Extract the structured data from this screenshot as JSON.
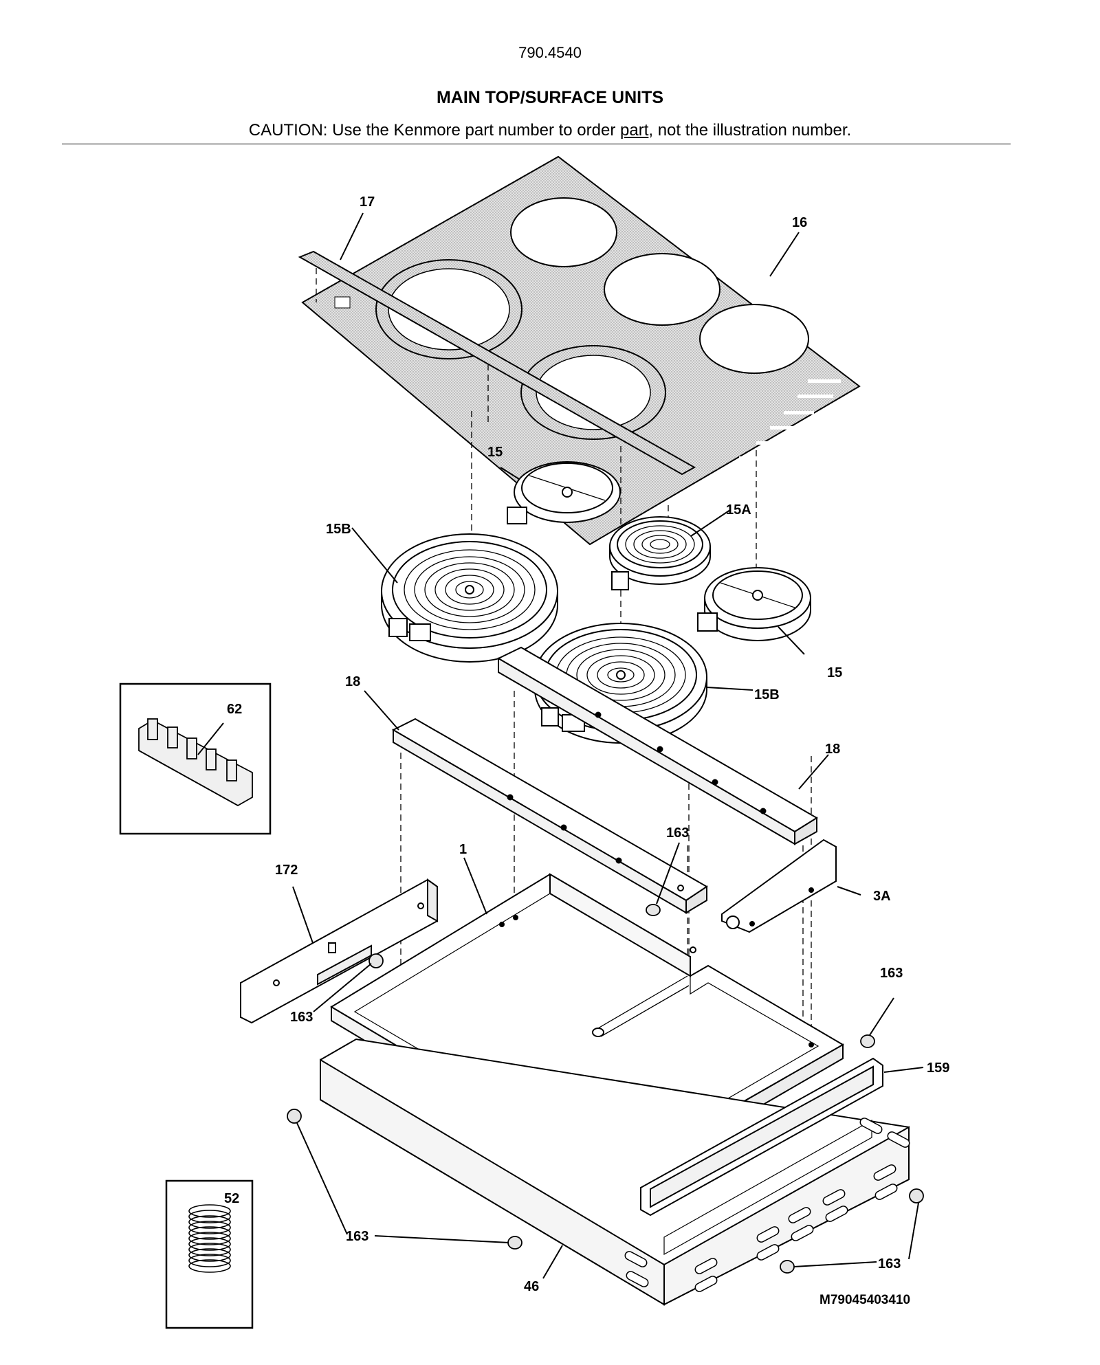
{
  "header": {
    "model_number": "790.4540",
    "title": "MAIN TOP/SURFACE UNITS",
    "caution_prefix": "CAUTION: Use the Kenmore part number to order ",
    "caution_link": "part",
    "caution_suffix": ", not the illustration number."
  },
  "diagram_code": "M79045403410",
  "callouts": {
    "c17": "17",
    "c16": "16",
    "c15_top": "15",
    "c15a": "15A",
    "c15b_left": "15B",
    "c15_right": "15",
    "c15b_bottom": "15B",
    "c62": "62",
    "c18_left": "18",
    "c18_right": "18",
    "c163_mid": "163",
    "c1": "1",
    "c172": "172",
    "c3a": "3A",
    "c163_left": "163",
    "c163_right_top": "163",
    "c159": "159",
    "c52": "52",
    "c163_bottom_left": "163",
    "c163_bottom_right": "163",
    "c46": "46"
  },
  "colors": {
    "line": "#000000",
    "glass": "#d9d9d9",
    "background": "#ffffff"
  }
}
